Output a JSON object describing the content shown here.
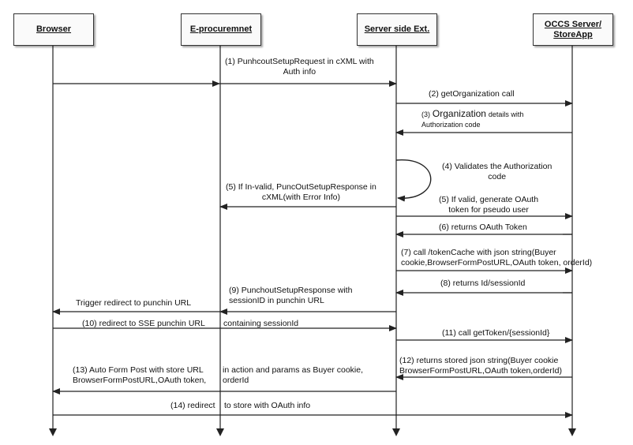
{
  "actors": {
    "browser": "Browser",
    "eproc": "E-procuremnet",
    "server": "Server side Ext.",
    "occs_line1": "OCCS Server/",
    "occs_line2": "StoreApp"
  },
  "messages": {
    "m1_l1": "(1)  PunhcoutSetupRequest in cXML with",
    "m1_l2": "Auth info",
    "m2": "(2)  getOrganization call",
    "m3_num": "(3)",
    "m3_big": "Organization",
    "m3_rest": "details with",
    "m3_l2": "Authorization code",
    "m4_l1": "(4)  Validates the Authorization",
    "m4_l2": "code",
    "m5a_l1": "(5) If In-valid, PuncOutSetupResponse in",
    "m5a_l2": "cXML(with Error Info)",
    "m5b_l1": "(5)  If valid, generate OAuth",
    "m5b_l2": "token for pseudo user",
    "m6": "(6)  returns OAuth Token",
    "m7_l1": "(7)  call /tokenCache with json string(Buyer",
    "m7_l2": "cookie,BrowserFormPostURL,OAuth token, orderId)",
    "m8": "(8)  returns Id/sessionId",
    "m9_l1": "(9)  PunchoutSetupResponse with",
    "m9_l2": "sessionID in punchin URL",
    "trigger": "Trigger redirect to punchin URL",
    "m10a": "(10)  redirect to SSE punchin  URL",
    "m10b": "containing sessionId",
    "m11": "(11)  call getToken/{sessionId}",
    "m12_l1": "(12)  returns stored json string(Buyer cookie",
    "m12_l2": "BrowserFormPostURL,OAuth token,orderId)",
    "m13a_l1": "(13)  Auto Form Post with store URL",
    "m13a_l2": "BrowserFormPostURL,OAuth token,",
    "m13b_l1": "in action and params as Buyer cookie,",
    "m13b_l2": "orderId",
    "m14a": "(14)  redirect",
    "m14b": "to store with OAuth info"
  }
}
